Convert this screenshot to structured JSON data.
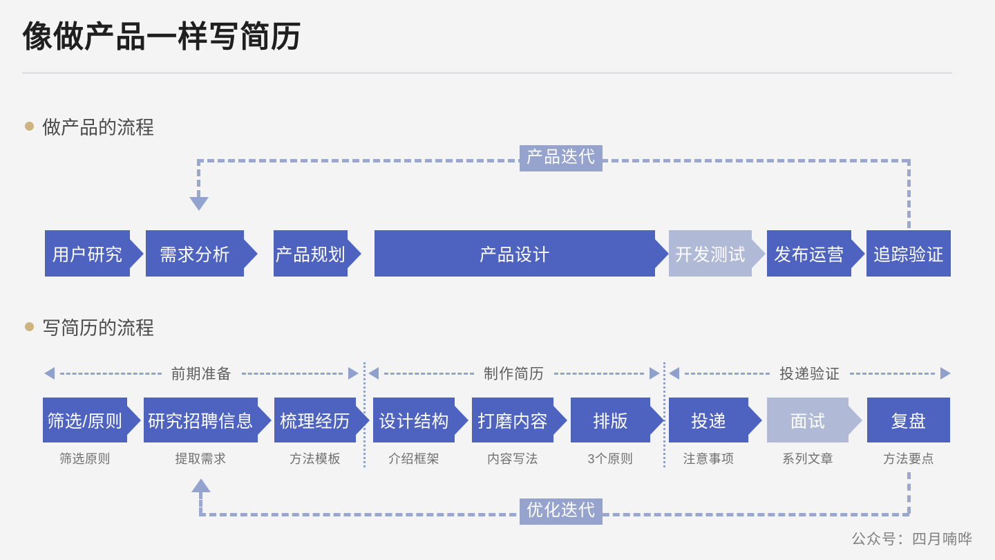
{
  "slide": {
    "title": "像做产品一样写简历",
    "footer": "公众号：四月喃哗",
    "colors": {
      "background": "#f4f4f4",
      "primary_blue": "#4e63c0",
      "muted_blue": "#b0bad6",
      "loop_blue": "#96a4cd",
      "bullet_gold": "#cdb380",
      "text_dark": "#1f1f1f",
      "text_muted": "#6f6f6f"
    }
  },
  "sections": [
    {
      "heading": "做产品的流程"
    },
    {
      "heading": "写简历的流程"
    }
  ],
  "product_flow": {
    "loop_label": "产品迭代",
    "steps": [
      {
        "label": "用户研究",
        "style": "primary"
      },
      {
        "label": "需求分析",
        "style": "primary"
      },
      {
        "label": "产品规划",
        "style": "primary"
      },
      {
        "label": "产品设计",
        "style": "primary"
      },
      {
        "label": "开发测试",
        "style": "muted"
      },
      {
        "label": "发布运营",
        "style": "primary"
      },
      {
        "label": "追踪验证",
        "style": "primary"
      }
    ]
  },
  "resume_flow": {
    "loop_label": "优化迭代",
    "phases": [
      {
        "label": "前期准备"
      },
      {
        "label": "制作简历"
      },
      {
        "label": "投递验证"
      }
    ],
    "steps": [
      {
        "label": "筛选/原则",
        "caption": "筛选原则",
        "style": "primary"
      },
      {
        "label": "研究招聘信息",
        "caption": "提取需求",
        "style": "primary"
      },
      {
        "label": "梳理经历",
        "caption": "方法模板",
        "style": "primary"
      },
      {
        "label": "设计结构",
        "caption": "介绍框架",
        "style": "primary"
      },
      {
        "label": "打磨内容",
        "caption": "内容写法",
        "style": "primary"
      },
      {
        "label": "排版",
        "caption": "3个原则",
        "style": "primary"
      },
      {
        "label": "投递",
        "caption": "注意事项",
        "style": "primary"
      },
      {
        "label": "面试",
        "caption": "系列文章",
        "style": "muted"
      },
      {
        "label": "复盘",
        "caption": "方法要点",
        "style": "primary"
      }
    ]
  }
}
